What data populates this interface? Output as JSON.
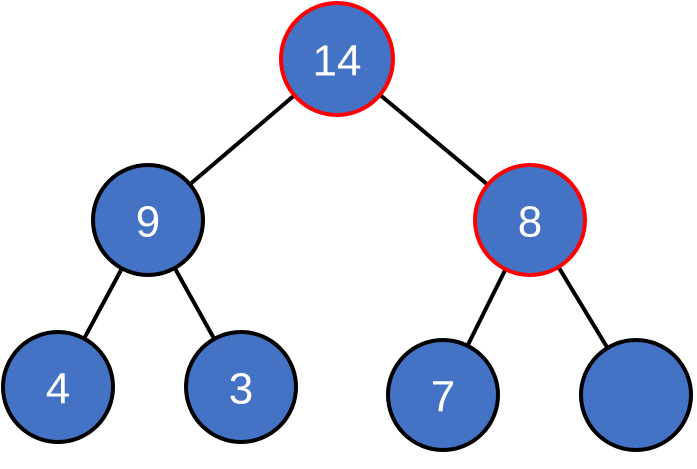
{
  "tree": {
    "nodes": [
      {
        "id": "n14",
        "label": "14",
        "highlighted": true
      },
      {
        "id": "n9",
        "label": "9",
        "highlighted": false
      },
      {
        "id": "n8",
        "label": "8",
        "highlighted": true
      },
      {
        "id": "n4",
        "label": "4",
        "highlighted": false
      },
      {
        "id": "n3",
        "label": "3",
        "highlighted": false
      },
      {
        "id": "n7",
        "label": "7",
        "highlighted": false
      },
      {
        "id": "n-empty",
        "label": "",
        "highlighted": false
      }
    ],
    "edges": [
      [
        "n14",
        "n9"
      ],
      [
        "n14",
        "n8"
      ],
      [
        "n9",
        "n4"
      ],
      [
        "n9",
        "n3"
      ],
      [
        "n8",
        "n7"
      ],
      [
        "n8",
        "n-empty"
      ]
    ]
  },
  "colors": {
    "node_fill": "#4472c4",
    "node_border": "#000000",
    "highlight_border": "#ff0000",
    "edge": "#000000",
    "label": "#ffffff"
  }
}
